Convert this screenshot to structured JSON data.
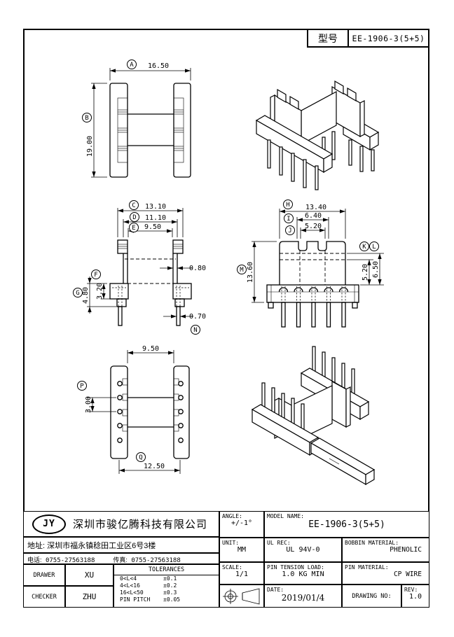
{
  "model_box": {
    "label": "型号",
    "value": "EE-1906-3(5+5)"
  },
  "letters": {
    "A": "A",
    "B": "B",
    "C": "C",
    "D": "D",
    "E": "E",
    "F": "F",
    "G": "G",
    "H": "H",
    "I": "I",
    "J": "J",
    "K": "K",
    "L": "L",
    "M": "M",
    "N": "N",
    "P": "P",
    "Q": "Q"
  },
  "dims": {
    "A": "16.50",
    "B": "19.00",
    "C": "13.10",
    "D": "11.10",
    "E": "9.50",
    "wall": "0.80",
    "F": "3.20",
    "G": "4.80",
    "N": "0.70",
    "H": "13.40",
    "I": "6.40",
    "J": "5.20",
    "M": "13.60",
    "K": "5.20",
    "L": "6.50",
    "E2": "9.50",
    "P": "3.00",
    "Q": "12.50"
  },
  "title_block": {
    "company": {
      "logo": "JY",
      "name": "深圳市骏亿腾科技有限公司"
    },
    "address_label": "地址:",
    "address": "深圳市福永镇稔田工业区6号3楼",
    "phone_label": "电话:",
    "phone": "0755-27563188",
    "fax_label": "传真:",
    "fax": "0755-27563188",
    "drawer_label": "DRAWER",
    "drawer": "XU",
    "checker_label": "CHECKER",
    "checker": "ZHU",
    "tolerances": {
      "title": "TOLERANCES",
      "rows": [
        [
          "0<L<4",
          "±0.1"
        ],
        [
          "4<L<16",
          "±0.2"
        ],
        [
          "16<L<50",
          "±0.3"
        ],
        [
          "PIN PITCH",
          "±0.05"
        ]
      ]
    },
    "angle_label": "ANGLE:",
    "angle": "+/-1°",
    "unit_label": "UNIT:",
    "unit": "MM",
    "scale_label": "SCALE:",
    "scale": "1/1",
    "model_label": "MODEL NAME:",
    "model": "EE-1906-3(5+5)",
    "ul_label": "UL REC:",
    "ul": "UL 94V-0",
    "pin_tension_label": "PIN TENSION LOAD:",
    "pin_tension": "1.0 KG MIN",
    "date_label": "DATE:",
    "date": "2019/01/4",
    "bobbin_material_label": "BOBBIN MATERIAL:",
    "bobbin_material": "PHENOLIC",
    "pin_material_label": "PIN MATERIAL:",
    "pin_material": "CP WIRE",
    "drawing_no_label": "DRAWING NO:",
    "rev_label": "REV:",
    "rev": "1.0"
  }
}
